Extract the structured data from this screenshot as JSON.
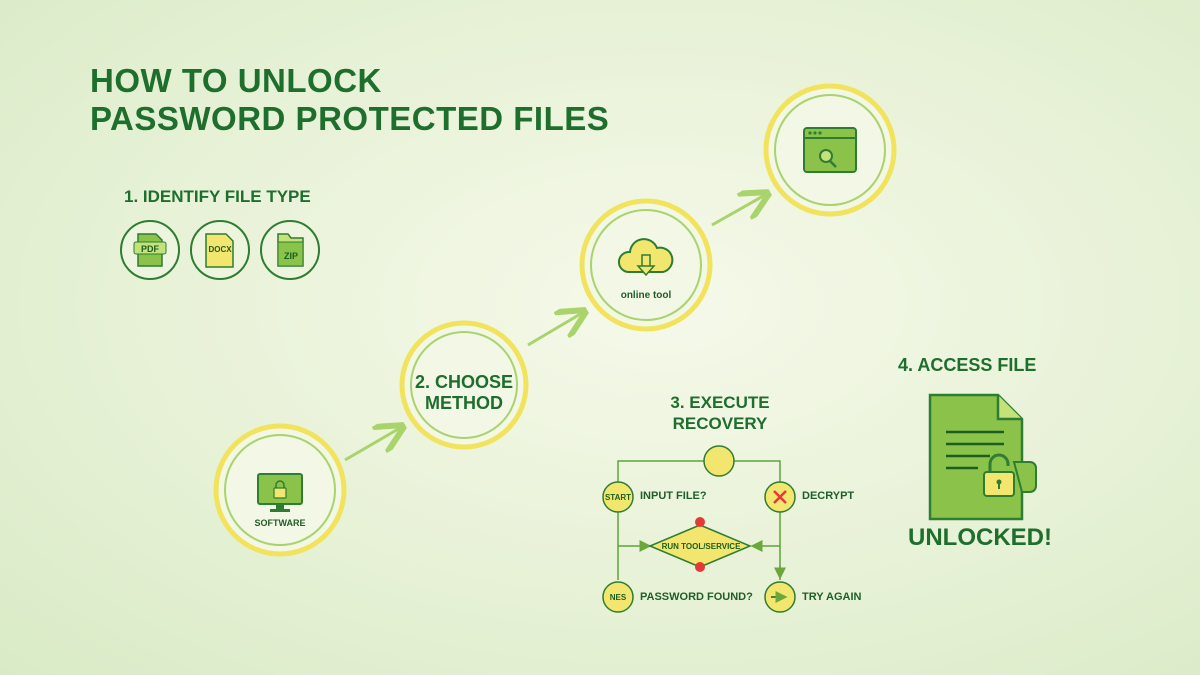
{
  "title": {
    "line1": "HOW TO UNLOCK",
    "line2": "PASSWORD PROTECTED FILES"
  },
  "step1": {
    "heading": "1. IDENTIFY FILE TYPE",
    "files": [
      "PDF",
      "DOCX",
      "ZIP"
    ]
  },
  "software": {
    "label": "SOFTWARE"
  },
  "step2": {
    "line1": "2. CHOOSE",
    "line2": "METHOD"
  },
  "online": {
    "label": "online tool"
  },
  "step3": {
    "line1": "3. EXECUTE",
    "line2": "RECOVERY",
    "start": "START",
    "input_file": "INPUT FILE?",
    "decrypt": "DECRYPT",
    "run": "RUN TOOL/SERVICE",
    "yes": "NES",
    "password_found": "PASSWORD FOUND?",
    "try_again": "TRY AGAIN"
  },
  "step4": {
    "heading": "4. ACCESS FILE",
    "unlocked": "UNLOCKED!"
  },
  "colors": {
    "green": "#2e7d32",
    "yellow": "#f3e66e",
    "ring": "#f2e35c"
  }
}
